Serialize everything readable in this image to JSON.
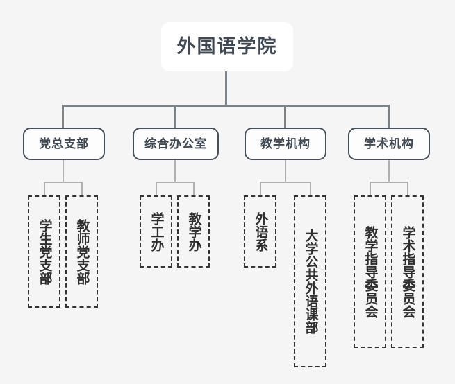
{
  "diagram": {
    "type": "organization-chart",
    "title": "外国语学院",
    "background_color": "#f5f5f5",
    "node_border_color": "#454f5b",
    "dashed_border_color": "#333333",
    "text_color": "#3f4853",
    "connector_color": "#7b8288",
    "connector_light_color": "#b0b0b0"
  },
  "root": {
    "label": "外国语学院"
  },
  "branches": [
    {
      "label": "党总支部",
      "children": [
        {
          "label": "学生党支部"
        },
        {
          "label": "教师党支部"
        }
      ]
    },
    {
      "label": "综合办公室",
      "children": [
        {
          "label": "学工办"
        },
        {
          "label": "教学办"
        }
      ]
    },
    {
      "label": "教学机构",
      "children": [
        {
          "label": "外语系"
        },
        {
          "label": "大学公共外语课部"
        }
      ]
    },
    {
      "label": "学术机构",
      "children": [
        {
          "label": "教学指导委员会"
        },
        {
          "label": "学术指导委员会"
        }
      ]
    }
  ]
}
